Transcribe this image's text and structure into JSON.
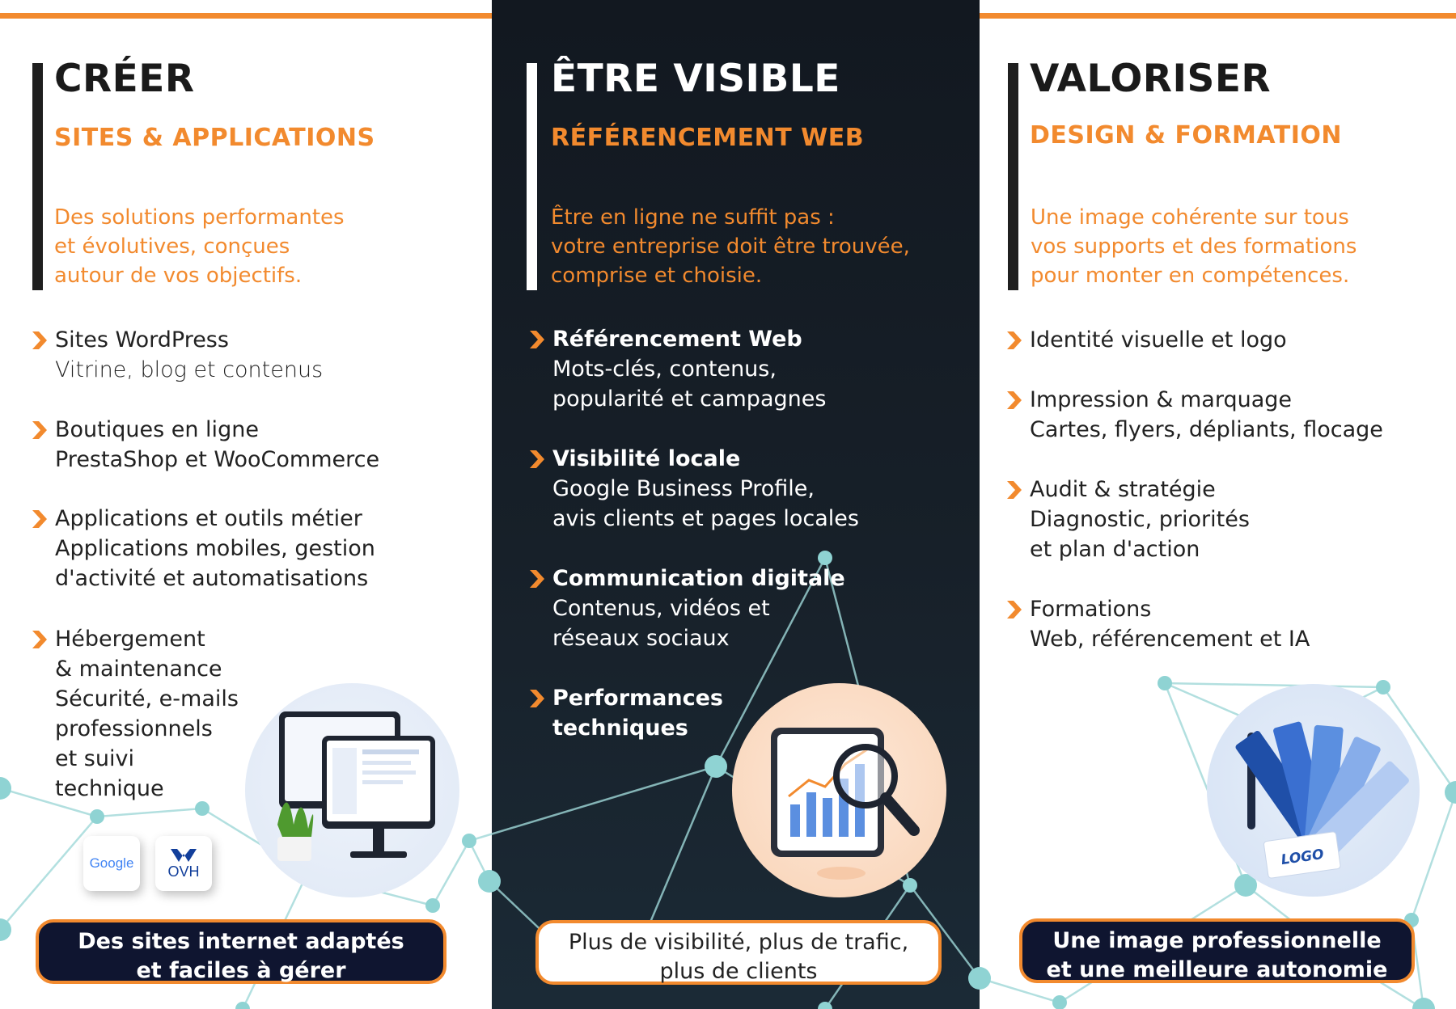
{
  "colors": {
    "accent": "#f28a2e",
    "dark": "#121820",
    "navy": "#0f1530",
    "text_dark": "#222222",
    "text_light": "#ffffff",
    "network": "#9fd8d8"
  },
  "columns": [
    {
      "title": "CRÉER",
      "subtitle": "SITES & APPLICATIONS",
      "intro": [
        "Des solutions performantes",
        "et évolutives, conçues",
        "autour de vos objectifs."
      ],
      "items": [
        {
          "title": [
            "Sites WordPress"
          ],
          "desc": [
            "Vitrine, blog et contenus"
          ]
        },
        {
          "title": [
            "Boutiques en ligne"
          ],
          "desc": [
            "PrestaShop et WooCommerce"
          ]
        },
        {
          "title": [
            "Applications et outils métier"
          ],
          "desc": [
            "Applications mobiles, gestion",
            "d'activité et automatisations"
          ]
        },
        {
          "title": [
            "Hébergement",
            "& maintenance"
          ],
          "desc": [
            "Sécurité, e-mails",
            "professionnels",
            "et suivi",
            "technique"
          ]
        }
      ],
      "badges": [
        "Google",
        "OVH"
      ],
      "illustration": "computer-illustration",
      "footer": [
        "Des sites internet adaptés",
        "et faciles à gérer"
      ]
    },
    {
      "title": "ÊTRE VISIBLE",
      "subtitle": "RÉFÉRENCEMENT WEB",
      "intro": [
        "Être en ligne ne suffit pas :",
        "votre entreprise doit être trouvée,",
        "comprise et choisie."
      ],
      "items": [
        {
          "title": [
            "Référencement Web"
          ],
          "desc": [
            "Mots-clés, contenus,",
            "popularité et campagnes"
          ]
        },
        {
          "title": [
            "Visibilité locale"
          ],
          "desc": [
            "Google Business Profile,",
            "avis clients et pages locales"
          ]
        },
        {
          "title": [
            "Communication digitale"
          ],
          "desc": [
            "Contenus, vidéos et",
            "réseaux sociaux"
          ]
        },
        {
          "title": [
            "Performances",
            "techniques"
          ],
          "desc": []
        }
      ],
      "illustration": "analytics-illustration",
      "footer": [
        "Plus de visibilité, plus de trafic,",
        "plus de clients"
      ]
    },
    {
      "title": "VALORISER",
      "subtitle": "DESIGN & FORMATION",
      "intro": [
        "Une image cohérente sur tous",
        "vos supports et des formations",
        "pour monter en compétences."
      ],
      "items": [
        {
          "title": [
            "Identité visuelle et logo"
          ],
          "desc": []
        },
        {
          "title": [
            "Impression & marquage"
          ],
          "desc": [
            "Cartes, flyers, dépliants, flocage"
          ]
        },
        {
          "title": [
            "Audit & stratégie"
          ],
          "desc": [
            "Diagnostic, priorités",
            "et plan d'action"
          ]
        },
        {
          "title": [
            "Formations"
          ],
          "desc": [
            "Web, référencement et IA"
          ]
        }
      ],
      "illustration_label": "LOGO",
      "illustration": "design-illustration",
      "footer": [
        "Une image professionnelle",
        "et une meilleure autonomie"
      ]
    }
  ]
}
